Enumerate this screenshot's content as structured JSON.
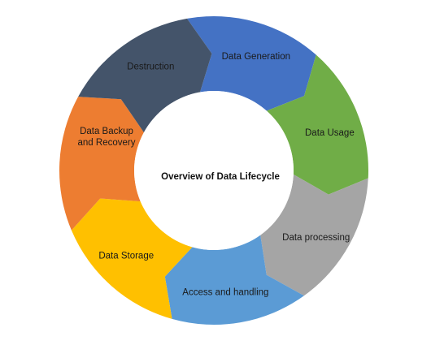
{
  "diagram": {
    "center_title": "Overview of Data Lifecycle",
    "stages": [
      {
        "label": [
          "Data Generation"
        ],
        "color": "#4472C4"
      },
      {
        "label": [
          "Data Usage"
        ],
        "color": "#70AD47"
      },
      {
        "label": [
          "Data processing"
        ],
        "color": "#A5A5A5"
      },
      {
        "label": [
          "Access and handling"
        ],
        "color": "#5B9BD5"
      },
      {
        "label": [
          "Data Storage"
        ],
        "color": "#FFC000"
      },
      {
        "label": [
          "Data Backup",
          "and Recovery"
        ],
        "color": "#ED7D31"
      },
      {
        "label": [
          "Destruction"
        ],
        "color": "#44546A"
      }
    ]
  }
}
